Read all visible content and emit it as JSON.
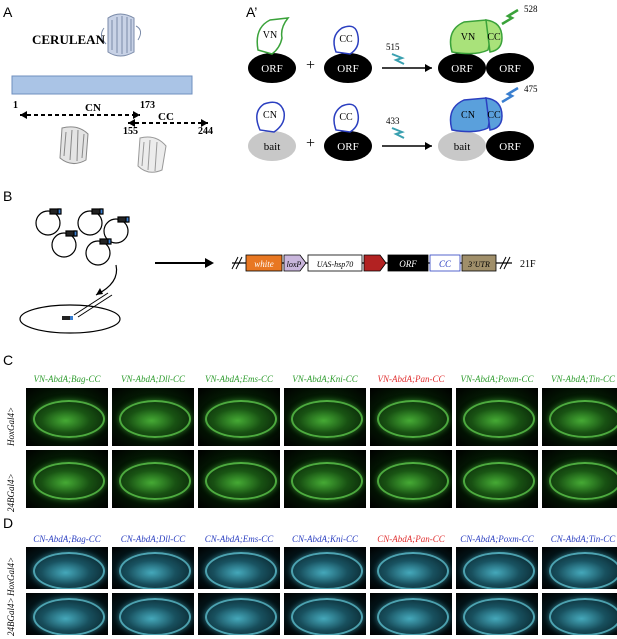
{
  "panels": {
    "A": "A",
    "A_prime": "A’",
    "B": "B",
    "C": "C",
    "D": "D"
  },
  "panel_a": {
    "protein": "CERULEAN",
    "start": "1",
    "cn_label": "CN",
    "cn_end": "173",
    "cc_start": "155",
    "cc_label": "CC",
    "cc_end": "244"
  },
  "panel_a_prime": {
    "row1": {
      "vn": "VN",
      "cc": "CC",
      "orf": "ORF",
      "plus": "+",
      "excitation": "515",
      "emission": "528"
    },
    "row2": {
      "cn": "CN",
      "cc": "CC",
      "bait": "bait",
      "orf": "ORF",
      "plus": "+",
      "excitation": "433",
      "emission": "475"
    }
  },
  "panel_b": {
    "construct": [
      "white",
      "loxP",
      "UAS-hsp70",
      "",
      "ORF",
      "CC",
      "3’UTR"
    ],
    "locus": "21F"
  },
  "panel_c": {
    "columns": [
      {
        "label": "VN-AbdA;Bag-CC",
        "color": "#2e9c2e"
      },
      {
        "label": "VN-AbdA;Dll-CC",
        "color": "#2e9c2e"
      },
      {
        "label": "VN-AbdA;Ems-CC",
        "color": "#2e9c2e"
      },
      {
        "label": "VN-AbdA;Kni-CC",
        "color": "#2e9c2e"
      },
      {
        "label": "VN-AbdA;Pan-CC",
        "color": "#e03030"
      },
      {
        "label": "VN-AbdA;Poxm-CC",
        "color": "#2e9c2e"
      },
      {
        "label": "VN-AbdA;Tin-CC",
        "color": "#2e9c2e"
      }
    ],
    "rows": [
      "HoxGal4>",
      "24BGal4>"
    ]
  },
  "panel_d": {
    "columns": [
      {
        "label": "CN-AbdA;Bag-CC",
        "color": "#2b3fc0"
      },
      {
        "label": "CN-AbdA;Dll-CC",
        "color": "#2b3fc0"
      },
      {
        "label": "CN-AbdA;Ems-CC",
        "color": "#2b3fc0"
      },
      {
        "label": "CN-AbdA;Kni-CC",
        "color": "#2b3fc0"
      },
      {
        "label": "CN-AbdA;Pan-CC",
        "color": "#e03030"
      },
      {
        "label": "CN-AbdA;Poxm-CC",
        "color": "#2b3fc0"
      },
      {
        "label": "CN-AbdA;Tin-CC",
        "color": "#2b3fc0"
      }
    ],
    "rows": [
      "HoxGal4>",
      "24BGal4>"
    ]
  }
}
